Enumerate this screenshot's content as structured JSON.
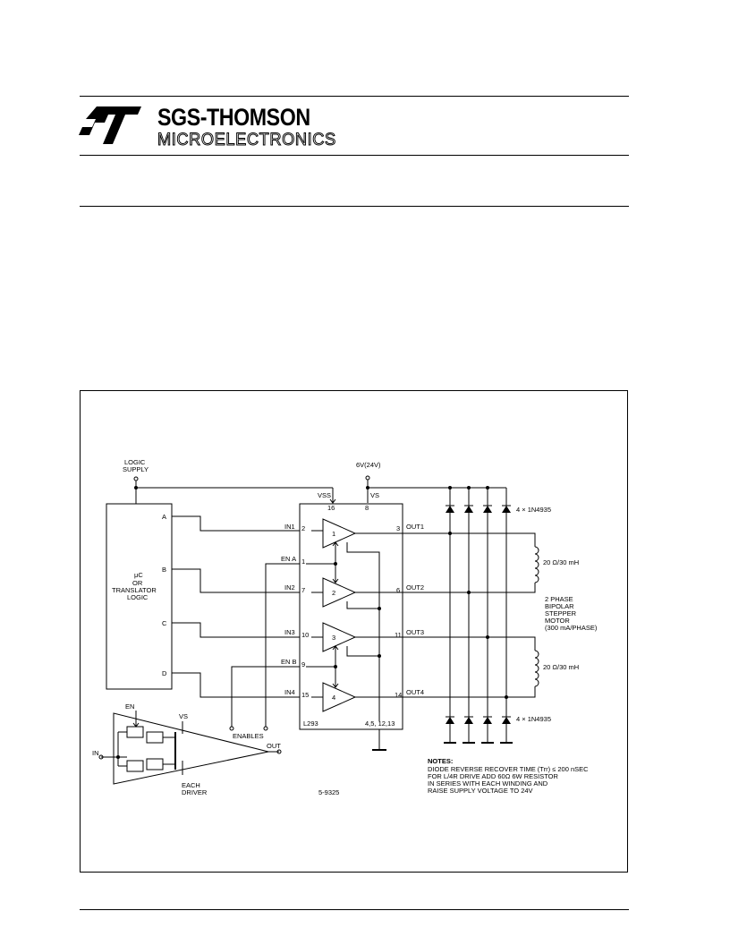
{
  "header": {
    "brand_name": "SGS-THOMSON",
    "brand_sub": "MICROELECTRONICS"
  },
  "diagram": {
    "logic_supply": [
      "LOGIC",
      "SUPPLY"
    ],
    "controller": [
      "μC",
      "OR",
      "TRANSLATOR",
      "LOGIC"
    ],
    "inputs": [
      "A",
      "B",
      "C",
      "D"
    ],
    "motor_supply": "6V(24V)",
    "vss": "VSS",
    "vs": "VS",
    "pin_vss": "16",
    "pin_vs": "8",
    "in_labels": [
      "IN1",
      "IN2",
      "IN3",
      "IN4"
    ],
    "in_pins": [
      "2",
      "7",
      "10",
      "15"
    ],
    "en_labels": [
      "EN A",
      "EN B"
    ],
    "en_pins": [
      "1",
      "9"
    ],
    "driver_nums": [
      "1",
      "2",
      "3",
      "4"
    ],
    "out_pins": [
      "3",
      "6",
      "11",
      "14"
    ],
    "out_labels": [
      "OUT1",
      "OUT2",
      "OUT3",
      "OUT4"
    ],
    "chip": "L293",
    "gnd_pins": "4,5, 12,13",
    "enables": "ENABLES",
    "diodes_label": "4 × 1N4935",
    "winding": "20 Ω/30 mH",
    "motor": [
      "2 PHASE",
      "BIPOLAR",
      "STEPPER",
      "MOTOR",
      "(300 mA/PHASE)"
    ],
    "inset": {
      "en": "EN",
      "in": "IN",
      "vs": "VS",
      "out": "OUT",
      "each_driver": [
        "EACH",
        "DRIVER"
      ]
    },
    "code": "5-9325",
    "notes_title": "NOTES:",
    "notes": [
      "DIODE REVERSE RECOVER TIME (Trr) ≤ 200 nSEC",
      "FOR L/4R DRIVE  ADD 60Ω 6W RESISTOR",
      "IN SERIES WITH EACH WINDING AND",
      "RAISE SUPPLY VOLTAGE TO 24V"
    ]
  }
}
